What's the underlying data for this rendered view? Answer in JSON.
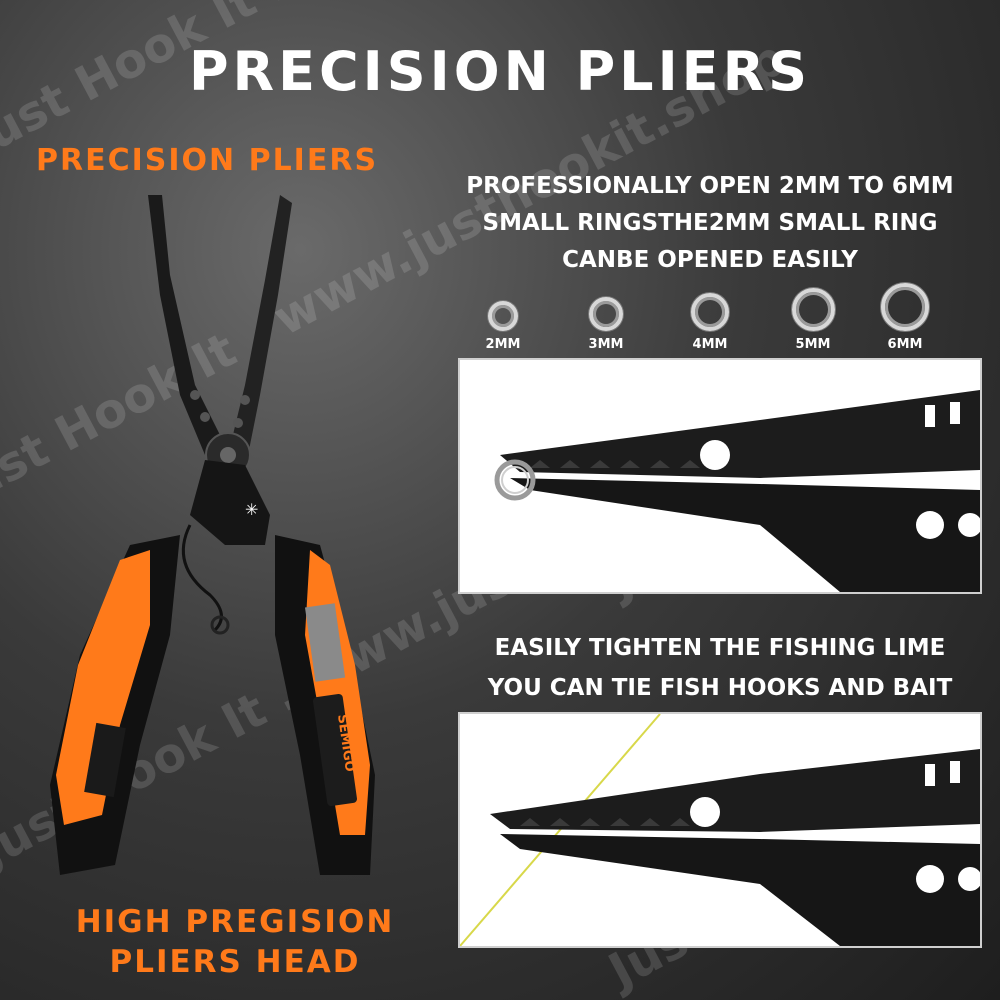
{
  "title": "PRECISION PLIERS",
  "subtitle_left": "PRECISION PLIERS",
  "desc_ring": {
    "line1": "PROFESSIONALLY OPEN 2MM TO 6MM",
    "line2": "SMALL RINGSTHE2MM SMALL RING",
    "line3": "CANBE OPENED EASILY"
  },
  "rings": [
    {
      "label": "2MM"
    },
    {
      "label": "3MM"
    },
    {
      "label": "4MM"
    },
    {
      "label": "5MM"
    },
    {
      "label": "6MM"
    }
  ],
  "desc_line": {
    "line1": "EASILY TIGHTEN THE FISHING LIME",
    "line2": "YOU CAN TIE FISH HOOKS AND BAIT"
  },
  "bottom_left": {
    "line1": "HIGH PREGISION",
    "line2": "PLIERS HEAD"
  },
  "handle_brand": "SEMIGO",
  "watermark": {
    "text_a": "Just Hook It . www.justhookit.shop",
    "text_b": "www.justhookit.shop"
  },
  "colors": {
    "accent": "#ff7a1a",
    "background": "#2e2e2e",
    "text": "#ffffff"
  }
}
